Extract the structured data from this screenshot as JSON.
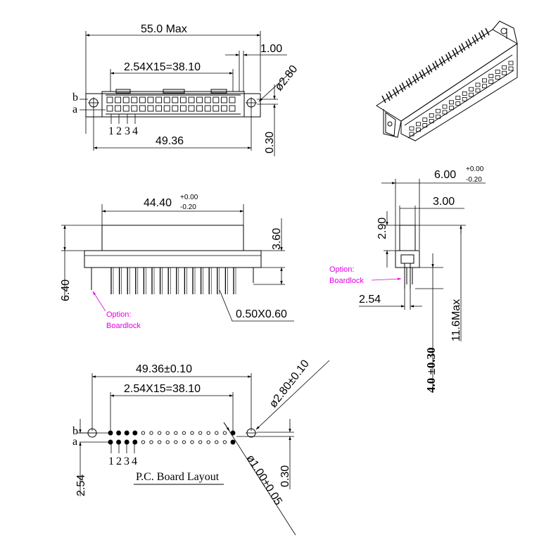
{
  "top_view": {
    "dim_overall": "55.0  Max",
    "dim_offset": "1.00",
    "dim_pitch": "2.54X15=38.10",
    "dim_hole": "ø2.80",
    "dim_row_offset": "0.30",
    "dim_hole_span": "49.36",
    "row_b": "b",
    "row_a": "a",
    "pin_numbers": [
      "1",
      "2",
      "3",
      "4"
    ]
  },
  "front_view": {
    "dim_body_width": "44.40",
    "tol_upper": "+0.00",
    "tol_lower": "-0.20",
    "dim_body_height": "3.60",
    "dim_total_height": "6.40",
    "dim_pin": "0.50X0.60",
    "option_line1": "Option:",
    "option_line2": "Boardlock"
  },
  "side_view": {
    "dim_width": "6.00",
    "tol_upper": "+0.00",
    "tol_lower": "-0.20",
    "dim_inner": "3.00",
    "dim_upper": "2.90",
    "dim_pitch": "2.54",
    "dim_tail": "4.0 ±0.30",
    "dim_height": "11.6Max",
    "option_line1": "Option:",
    "option_line2": "Boardlock"
  },
  "pcb_layout": {
    "dim_hole_span": "49.36±0.10",
    "dim_pitch": "2.54X15=38.10",
    "dim_hole": "ø2.80±0.10",
    "dim_pin_hole": "ø1.00±0.05",
    "dim_row_offset": "0.30",
    "dim_row_pitch": "2.54",
    "row_b": "b",
    "row_a": "a",
    "pin_numbers": [
      "1",
      "2",
      "3",
      "4"
    ],
    "title": "P.C. Board Layout"
  },
  "colors": {
    "line": "#000000",
    "annotation": "#e000e0"
  }
}
